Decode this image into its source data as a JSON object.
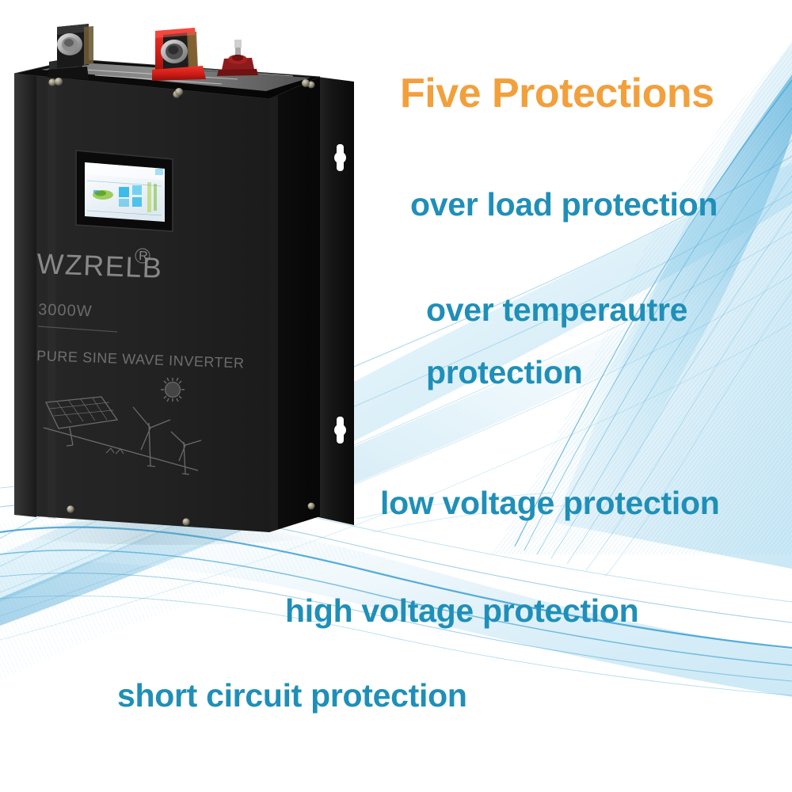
{
  "page": {
    "background_color": "#ffffff",
    "accent_orange": "#f2a03c",
    "accent_teal": "#1f8fb8",
    "wave_blue_dark": "#2d9bd0",
    "wave_blue_light": "#bfe3f4"
  },
  "headline": {
    "text": "Five Protections",
    "color": "#f2a03c"
  },
  "protections": [
    {
      "id": "over-load",
      "text": "over load protection"
    },
    {
      "id": "over-temperature",
      "text": "over temperautre"
    },
    {
      "id": "over-temperature2",
      "text": "protection"
    },
    {
      "id": "low-voltage",
      "text": "low voltage protection"
    },
    {
      "id": "high-voltage",
      "text": "high voltage protection"
    },
    {
      "id": "short-circuit",
      "text": "short circuit protection"
    }
  ],
  "product": {
    "brand": "WZRELB",
    "trademark": "R",
    "power_rating": "3000W",
    "product_type": "PURE  SINE  WAVE  INVERTER",
    "body_color": "#1c1c1c",
    "terminals": [
      {
        "name": "negative-terminal",
        "color": "#1a1a1a",
        "polarity": "negative"
      },
      {
        "name": "positive-terminal",
        "color": "#d81f1f",
        "polarity": "positive"
      },
      {
        "name": "ground-knob",
        "color": "#8e1b1b",
        "polarity": "ground"
      }
    ],
    "display": {
      "name": "lcd-display",
      "screen_color": "#f4f8fb"
    },
    "graphics": [
      {
        "name": "solar-panel-icon"
      },
      {
        "name": "wind-turbine-icon"
      },
      {
        "name": "sun-icon"
      }
    ],
    "mounting_bracket": {
      "name": "wall-mount-bracket",
      "slot_count": 2
    }
  }
}
